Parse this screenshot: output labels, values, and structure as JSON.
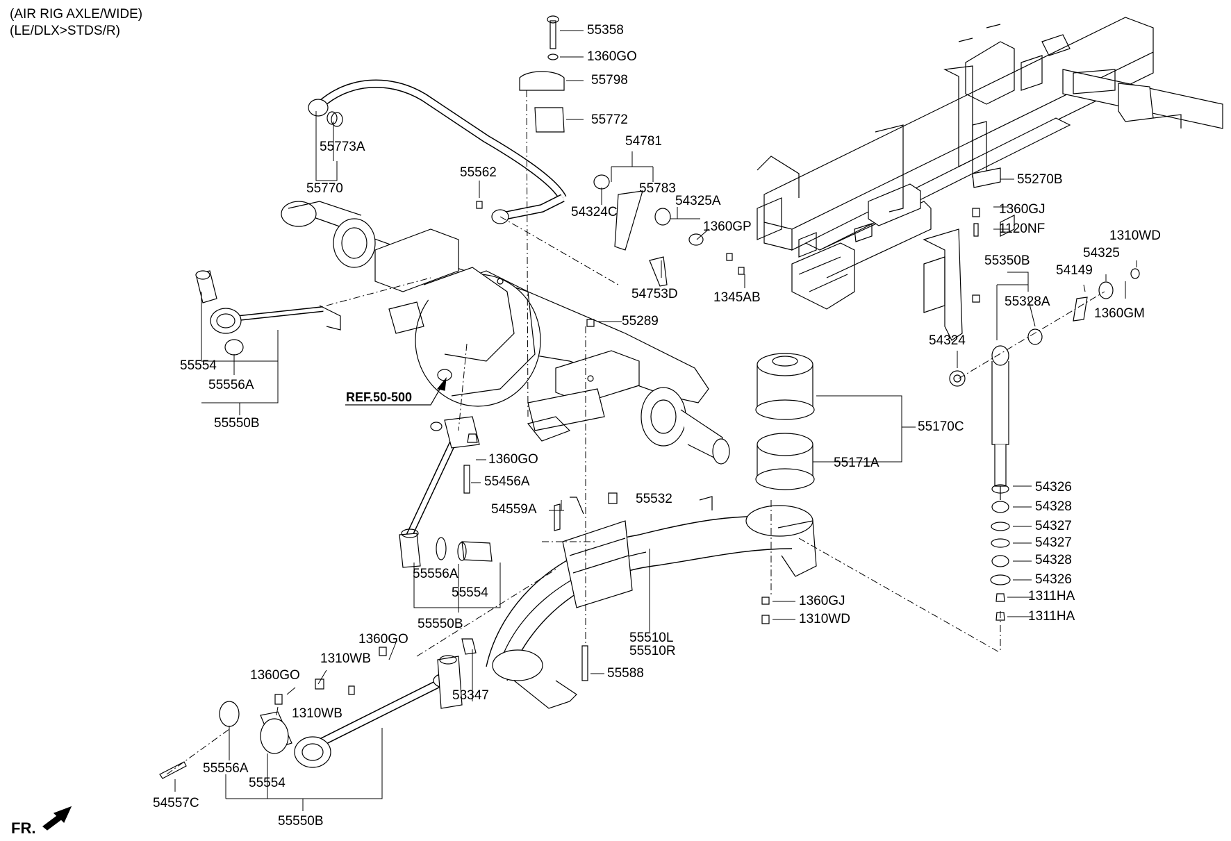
{
  "header": {
    "line1": "(AIR RIG AXLE/WIDE)",
    "line2": "(LE/DLX>STDS/R)"
  },
  "reference": "REF.50-500",
  "direction": "FR.",
  "callouts": {
    "c55358": "55358",
    "c1360GO_top": "1360GO",
    "c55798": "55798",
    "c55772": "55772",
    "c55773A": "55773A",
    "c55770": "55770",
    "c55562": "55562",
    "c54781": "54781",
    "c55783": "55783",
    "c54324C": "54324C",
    "c54325A": "54325A",
    "c1360GP": "1360GP",
    "c54753D": "54753D",
    "c1345AB": "1345AB",
    "c55270B": "55270B",
    "c1360GJ_top": "1360GJ",
    "c1120NF": "1120NF",
    "c1310WD_top": "1310WD",
    "c55350B": "55350B",
    "c54325": "54325",
    "c54149": "54149",
    "c55328A": "55328A",
    "c1360GM": "1360GM",
    "c54324": "54324",
    "c55289": "55289",
    "c55554_left": "55554",
    "c55556A_left": "55556A",
    "c55550B_left": "55550B",
    "c55170C": "55170C",
    "c55171A": "55171A",
    "c1360GO_mid": "1360GO",
    "c55456A": "55456A",
    "c54559A": "54559A",
    "c55532": "55532",
    "c54326_a": "54326",
    "c54328_a": "54328",
    "c54327_a": "54327",
    "c54327_b": "54327",
    "c54328_b": "54328",
    "c54326_b": "54326",
    "c1311HA_a": "1311HA",
    "c1311HA_b": "1311HA",
    "c55556A_mid": "55556A",
    "c55554_mid": "55554",
    "c55550B_mid": "55550B",
    "c1360GJ_bot": "1360GJ",
    "c1310WD_bot": "1310WD",
    "c55510L": "55510L",
    "c55510R": "55510R",
    "c1360GO_low": "1360GO",
    "c1310WB_a": "1310WB",
    "c1360GO_low2": "1360GO",
    "c1310WB_b": "1310WB",
    "c53347": "53347",
    "c55588": "55588",
    "c55556A_bot": "55556A",
    "c55554_bot": "55554",
    "c54557C": "54557C",
    "c55550B_bot": "55550B"
  }
}
